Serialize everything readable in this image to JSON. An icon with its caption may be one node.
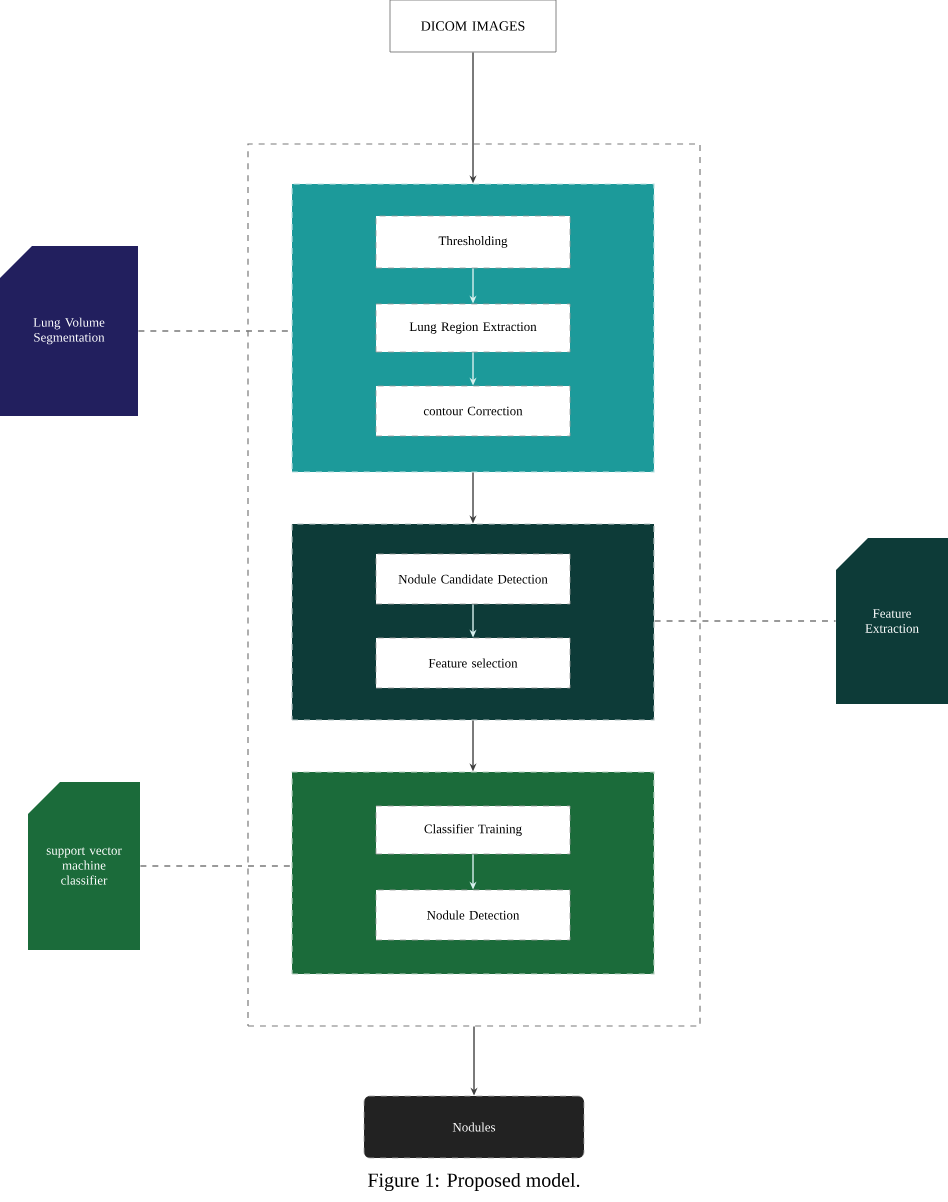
{
  "diagram": {
    "caption": "Figure 1: Proposed model.",
    "nodes": [
      {
        "text": [
          "DICOM IMAGES"
        ]
      },
      {
        "text": [],
        "shape": "box"
      },
      {
        "text": [],
        "shape": "box",
        "in": 1
      },
      {
        "text": [
          "Thresholding"
        ],
        "in": 2
      },
      {
        "text": [
          "Lung Region Extraction"
        ],
        "in": 2
      },
      {
        "text": [
          "contour Correction"
        ],
        "in": 2
      },
      {
        "text": [],
        "shape": "box",
        "in": 1
      },
      {
        "text": [
          "Nodule Candidate Detection"
        ],
        "in": 6
      },
      {
        "text": [
          "Feature selection"
        ],
        "in": 6
      },
      {
        "text": [],
        "shape": "box",
        "in": 1
      },
      {
        "text": [
          "Classifier Training"
        ],
        "in": 9
      },
      {
        "text": [
          "Nodule Detection"
        ],
        "in": 9
      },
      {
        "text": [
          "Lung Volume Segmentation"
        ]
      },
      {
        "text": [
          "Feature Extraction"
        ]
      },
      {
        "text": [
          "support vector machine classifier"
        ]
      },
      {
        "text": [
          "Nodules"
        ]
      }
    ],
    "edges": [
      {
        "from": 0,
        "to": 2,
        "arrow": "to"
      },
      {
        "from": 3,
        "to": 4,
        "arrow": "to",
        "color": "#d8f0ee"
      },
      {
        "from": 4,
        "to": 5,
        "arrow": "to",
        "color": "#d8f0ee"
      },
      {
        "from": 2,
        "to": 6,
        "arrow": "to"
      },
      {
        "from": 7,
        "to": 8,
        "arrow": "to",
        "color": "#d8f0ee"
      },
      {
        "from": 6,
        "to": 9,
        "arrow": "to"
      },
      {
        "from": 10,
        "to": 11,
        "arrow": "to",
        "color": "#d8f0ee"
      },
      {
        "from": 1,
        "to": 15,
        "arrow": "to"
      },
      {
        "from": 12,
        "to": 2,
        "arrow": "none",
        "style": "dashed"
      },
      {
        "from": 6,
        "to": 13,
        "arrow": "none",
        "style": "dashed"
      },
      {
        "from": 14,
        "to": 9,
        "arrow": "none",
        "style": "dashed"
      }
    ]
  }
}
